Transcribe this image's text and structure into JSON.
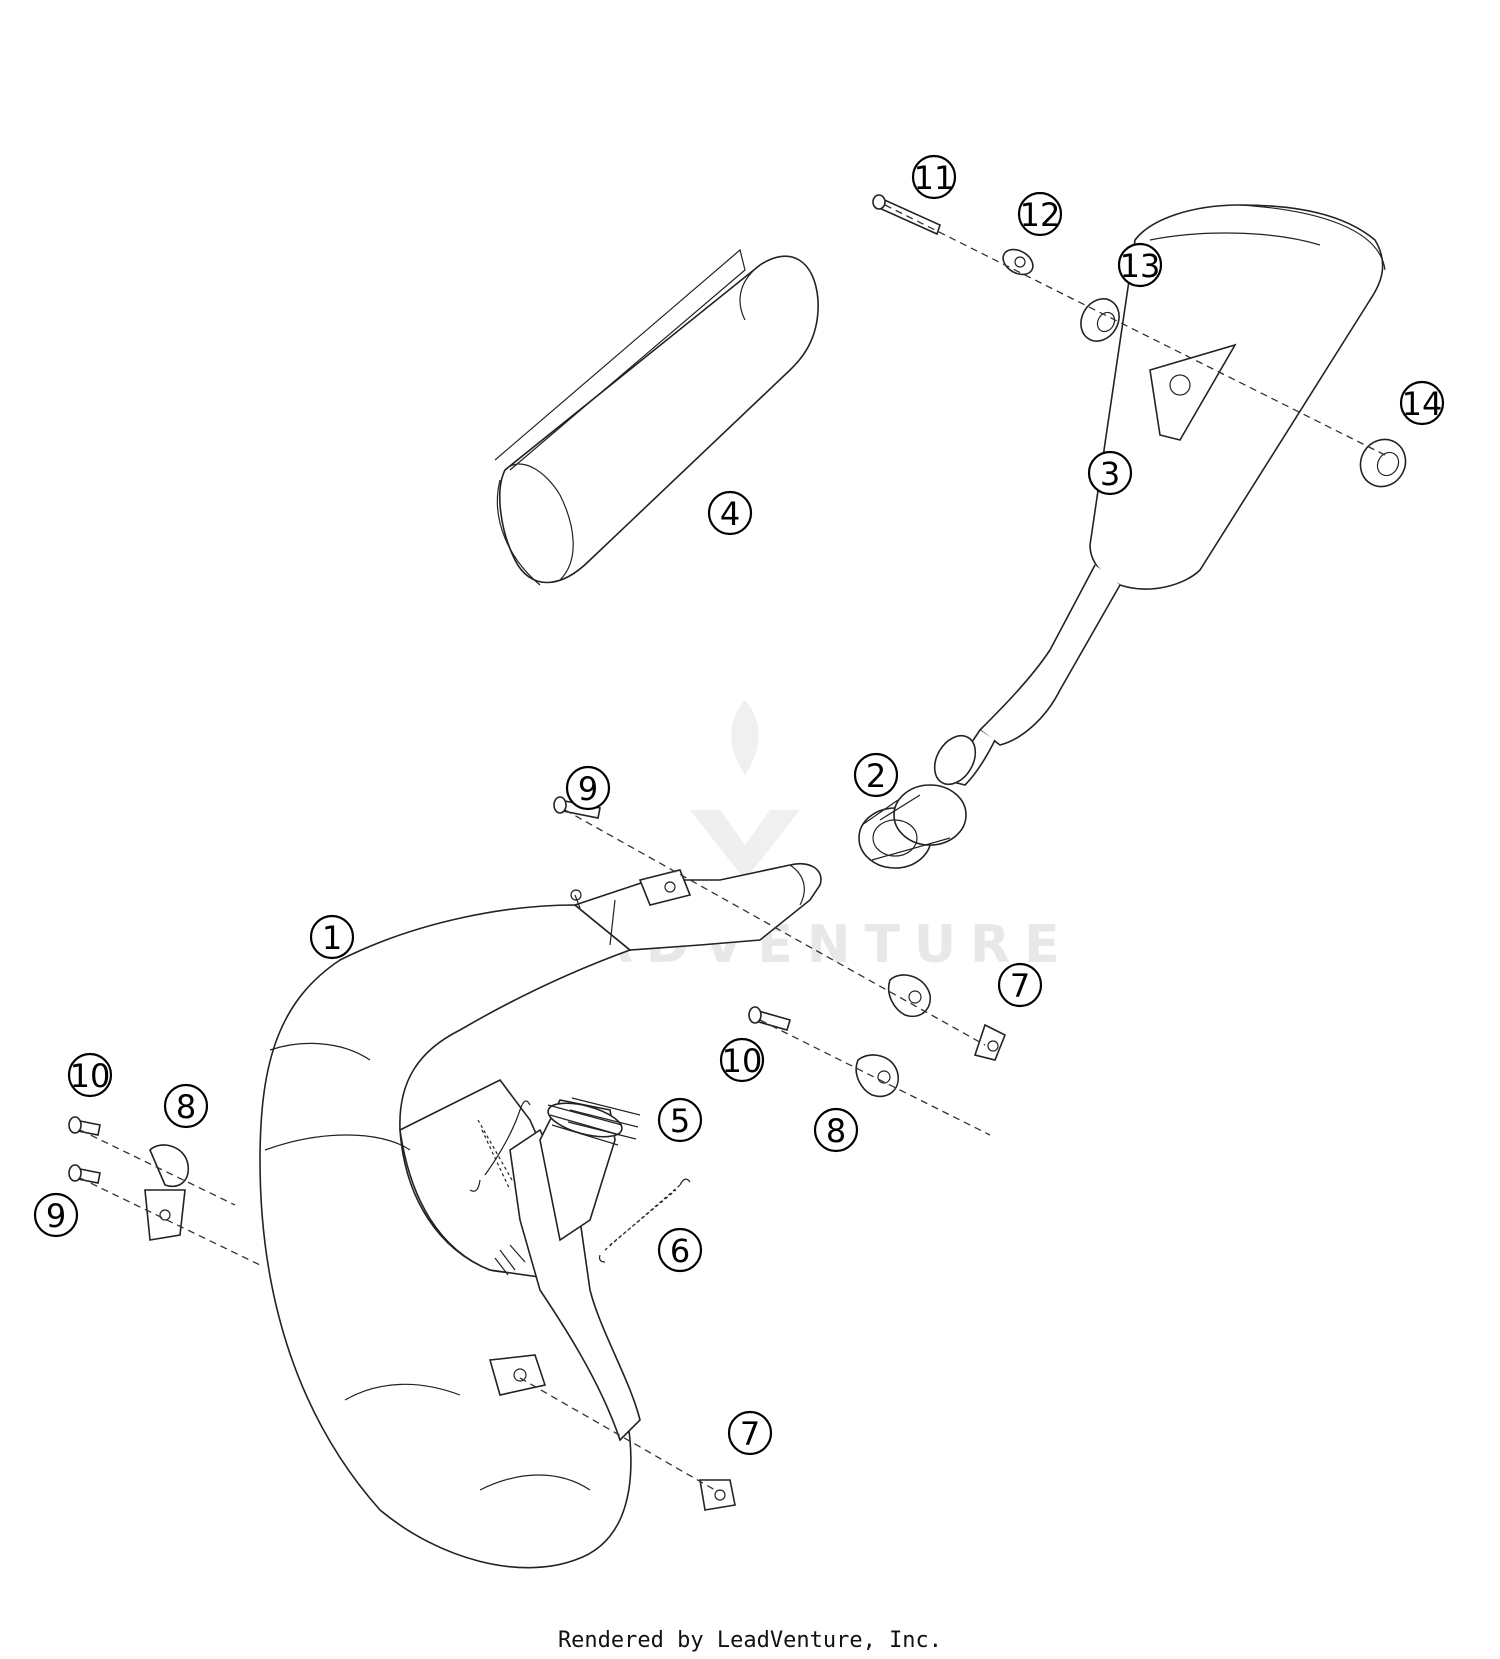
{
  "diagram": {
    "callouts": [
      "1",
      "2",
      "3",
      "4",
      "5",
      "6",
      "7",
      "7",
      "8",
      "8",
      "9",
      "9",
      "10",
      "10",
      "11",
      "12",
      "13",
      "14"
    ],
    "watermark": "LEADVENTURE"
  },
  "footer": {
    "text": "Rendered by LeadVenture, Inc."
  }
}
